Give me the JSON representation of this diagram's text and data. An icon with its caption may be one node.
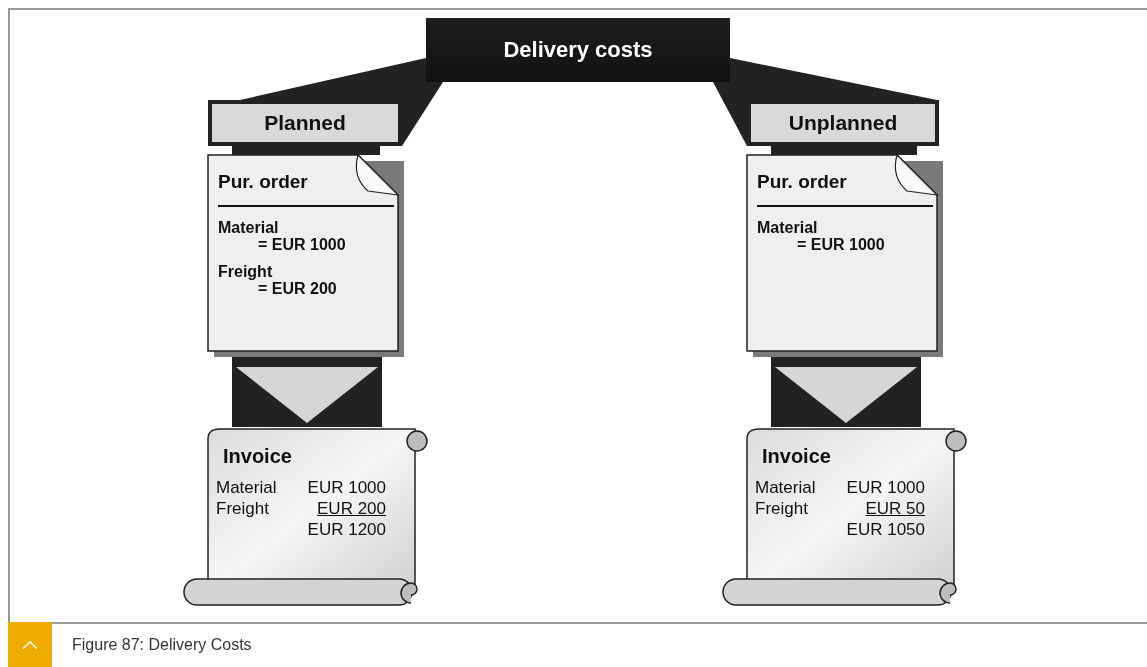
{
  "diagram": {
    "caption": "Figure 87: Delivery Costs",
    "nodes": [
      {
        "text": [
          "Delivery costs"
        ]
      },
      {
        "text": [
          "Planned"
        ]
      },
      {
        "text": [
          "Pur. order",
          "Material",
          "= EUR 1000",
          "Freight",
          "= EUR 200"
        ]
      },
      {
        "text": [
          "Invoice",
          "Material",
          "EUR 1000",
          "Freight",
          "EUR 200",
          "EUR 1200"
        ]
      },
      {
        "text": [
          "Unplanned"
        ]
      },
      {
        "text": [
          "Pur. order",
          "Material",
          "= EUR 1000"
        ]
      },
      {
        "text": [
          "Invoice",
          "Material",
          "EUR 1000",
          "Freight",
          "EUR 50",
          "EUR 1050"
        ]
      }
    ],
    "edges": [
      {
        "from": 0,
        "to": 1,
        "arrow": "none"
      },
      {
        "from": 0,
        "to": 4,
        "arrow": "none"
      },
      {
        "from": 1,
        "to": 2,
        "arrow": "none"
      },
      {
        "from": 2,
        "to": 3,
        "arrow": "to"
      },
      {
        "from": 4,
        "to": 5,
        "arrow": "none"
      },
      {
        "from": 5,
        "to": 6,
        "arrow": "to"
      }
    ]
  }
}
